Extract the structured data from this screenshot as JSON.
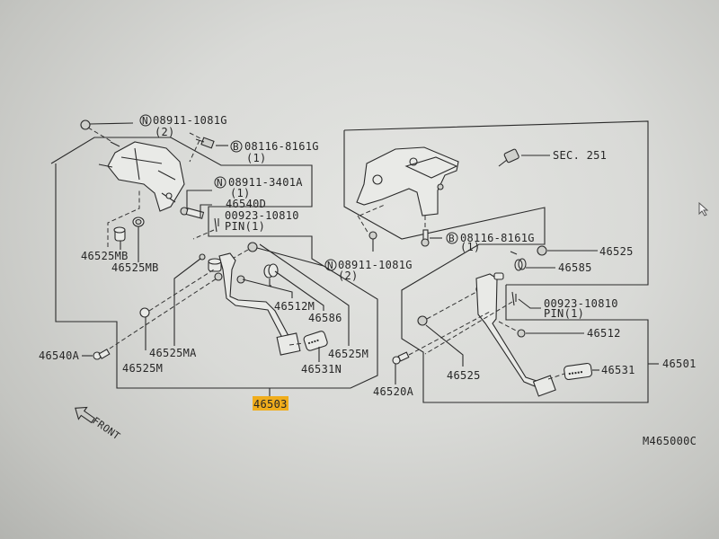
{
  "diagram": {
    "title": "Clutch/Brake Pedal Assembly Parts Diagram",
    "figure_code": "M465000C",
    "direction_label": "FRONT",
    "highlighted_part": "46503",
    "highlight_color": "#f0ad1c",
    "left_assembly": {
      "assembly_number": "46503",
      "callouts": [
        {
          "id": "n1",
          "prefix": "N",
          "part": "08911-1081G",
          "qty": "(2)"
        },
        {
          "id": "b1",
          "prefix": "B",
          "part": "08116-8161G",
          "qty": "(1)"
        },
        {
          "id": "n2",
          "prefix": "N",
          "part": "08911-3401A",
          "qty": "(1)"
        },
        {
          "id": "p1",
          "part": "46540D"
        },
        {
          "id": "pin1",
          "part": "00923-10810",
          "qty": "PIN(1)"
        },
        {
          "id": "n3",
          "prefix": "N",
          "part": "08911-1081G",
          "qty": "(2)"
        },
        {
          "id": "mb1",
          "part": "46525MB"
        },
        {
          "id": "mb2",
          "part": "46525MB"
        },
        {
          "id": "m12",
          "part": "46512M"
        },
        {
          "id": "m86",
          "part": "46586"
        },
        {
          "id": "ma",
          "part": "46525MA"
        },
        {
          "id": "m25",
          "part": "46525M"
        },
        {
          "id": "m25b",
          "part": "46525M"
        },
        {
          "id": "a40",
          "part": "46540A"
        },
        {
          "id": "n31",
          "part": "46531N"
        }
      ]
    },
    "right_assembly": {
      "assembly_number": "46501",
      "callouts": [
        {
          "id": "sec",
          "part": "SEC. 251"
        },
        {
          "id": "b2",
          "prefix": "B",
          "part": "08116-8161G",
          "qty": "(1)"
        },
        {
          "id": "r25",
          "part": "46525"
        },
        {
          "id": "r85",
          "part": "46585"
        },
        {
          "id": "pin2",
          "part": "00923-10810",
          "qty": "PIN(1)"
        },
        {
          "id": "r12",
          "part": "46512"
        },
        {
          "id": "r25b",
          "part": "46525"
        },
        {
          "id": "r20a",
          "part": "46520A"
        },
        {
          "id": "r31",
          "part": "46531"
        }
      ]
    }
  }
}
